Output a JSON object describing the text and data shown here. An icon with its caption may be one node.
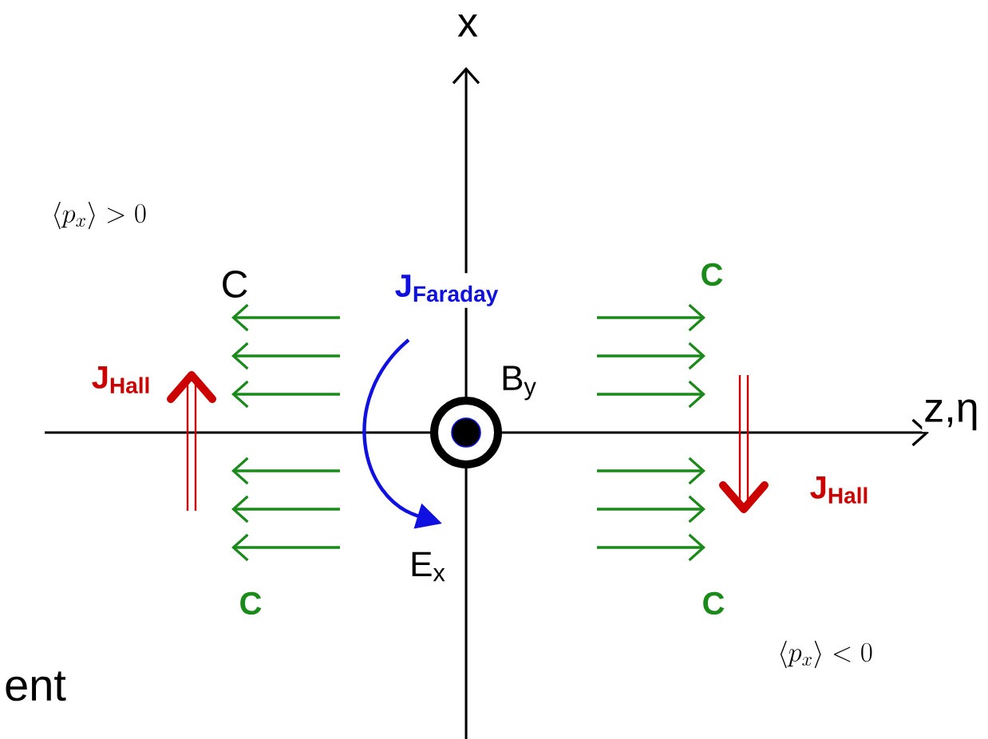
{
  "diagram": {
    "labels": [
      "x",
      "z,η",
      "\\langle p_x\\rangle >0",
      "C",
      "J$_{Faraday}$",
      "C",
      "J$_{Hall}$",
      "B$_{y}$",
      "J$_{Hall}$",
      "E$_{x}$",
      "C",
      "C",
      "ent",
      "\\langle p_x\\rangle <0"
    ]
  }
}
